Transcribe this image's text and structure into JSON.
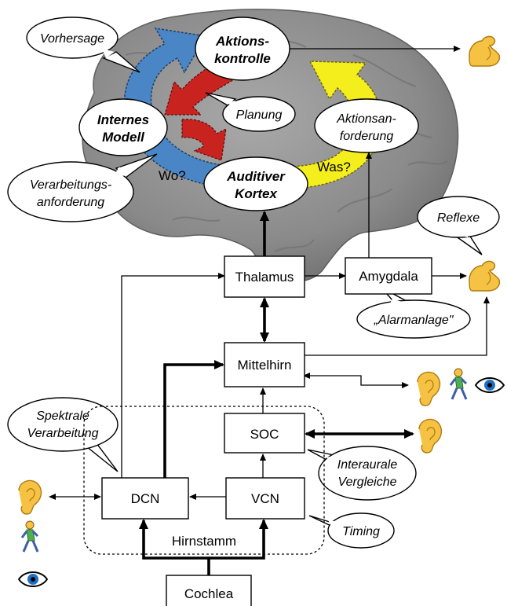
{
  "brain_nodes": {
    "aktionskontrolle": [
      "Aktions-",
      "kontrolle"
    ],
    "internes_modell": [
      "Internes",
      "Modell"
    ],
    "auditiver_kortex": [
      "Auditiver",
      "Kortex"
    ],
    "aktionsanforderung": [
      "Aktionsan-",
      "forderung"
    ]
  },
  "bubbles": {
    "vorhersage": "Vorhersage",
    "planung": "Planung",
    "verarbeitungsanforderung": [
      "Verarbeitungs-",
      "anforderung"
    ],
    "reflexe": "Reflexe",
    "alarmanlage": "„Alarmanlage\"",
    "spektrale": [
      "Spektrale",
      "Verarbeitung"
    ],
    "interaurale": [
      "Interaurale",
      "Vergleiche"
    ],
    "timing": "Timing"
  },
  "path_labels": {
    "wo": "Wo?",
    "was": "Was?"
  },
  "boxes": {
    "thalamus": "Thalamus",
    "amygdala": "Amygdala",
    "mittelhirn": "Mittelhirn",
    "soc": "SOC",
    "dcn": "DCN",
    "vcn": "VCN",
    "cochlea": "Cochlea"
  },
  "region_label": "Hirnstamm",
  "icons": [
    "flexed-biceps",
    "ear",
    "person-walking",
    "eye"
  ],
  "colors": {
    "brain": "#8e8e8e",
    "where_stream": "#4a86c5",
    "planning": "#c8231e",
    "what_stream": "#f5ee1d",
    "emoji_skin": "#f6c244"
  }
}
